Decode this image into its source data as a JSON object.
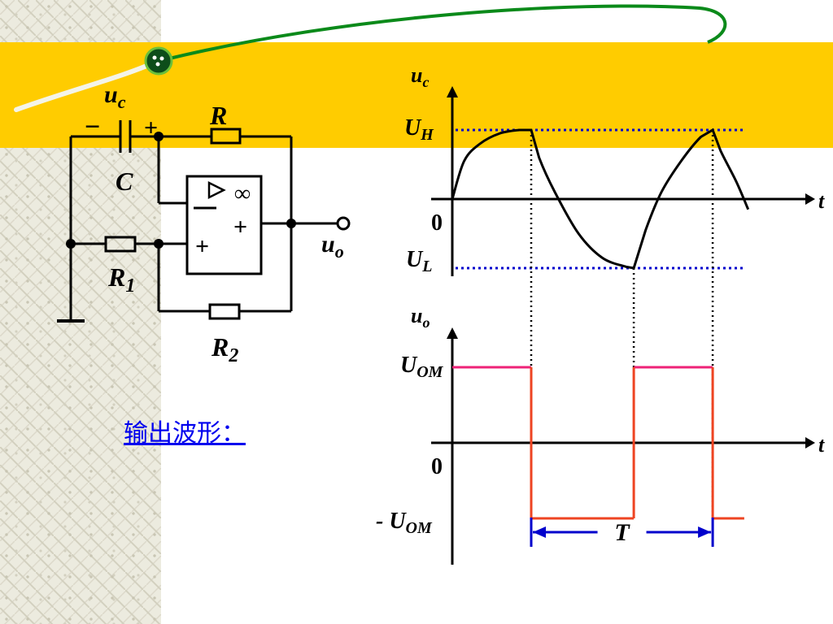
{
  "colors": {
    "banner": "#ffcc00",
    "wire": "#000000",
    "dotted_level": "#0000cc",
    "output_high": "#ee2277",
    "output_low": "#ee4422",
    "period_arrow": "#0000cc",
    "caption": "#0000ee",
    "swoosh": "#0b8a1a"
  },
  "circuit": {
    "capacitor": {
      "label": "C",
      "voltage_label": "u",
      "voltage_sub": "c",
      "minus": "−",
      "plus": "+"
    },
    "resistor_r": {
      "label": "R"
    },
    "resistor_r1": {
      "label": "R",
      "sub": "1"
    },
    "resistor_r2": {
      "label": "R",
      "sub": "2"
    },
    "opamp": {
      "gain": "∞",
      "inv": "−",
      "noninv": "+",
      "out": "+"
    },
    "output": {
      "label": "u",
      "sub": "o"
    }
  },
  "caption": "输出波形：",
  "chart_data": [
    {
      "type": "line",
      "title": "",
      "ylabel": "u",
      "ylabel_sub": "c",
      "xlabel": "t",
      "origin_label": "0",
      "levels": [
        {
          "name": "U",
          "sub": "H",
          "value": 1
        },
        {
          "name": "U",
          "sub": "L",
          "value": -1
        }
      ],
      "ylim": [
        -1.2,
        1.5
      ],
      "xlim": [
        0,
        3.7
      ],
      "series": [
        {
          "values_description_free": true,
          "x": [
            0,
            0.15,
            0.35,
            0.6,
            0.85,
            1,
            1.1,
            1.3,
            1.6,
            1.9,
            2.2,
            2.3,
            2.45,
            2.65,
            2.9,
            3.15,
            3.3,
            3.4,
            3.6,
            3.75
          ],
          "y": [
            0,
            0.55,
            0.8,
            0.95,
            1.0,
            1.0,
            0.6,
            0.1,
            -0.5,
            -0.85,
            -0.98,
            -1.0,
            -0.45,
            0.1,
            0.55,
            0.9,
            1.0,
            0.7,
            0.25,
            -0.15
          ]
        }
      ]
    },
    {
      "type": "line",
      "title": "",
      "ylabel": "u",
      "ylabel_sub": "o",
      "xlabel": "t",
      "origin_label": "0",
      "levels": [
        {
          "name": "U",
          "sub": "OM",
          "value": 1
        },
        {
          "name": "- U",
          "sub": "OM",
          "value": -1
        }
      ],
      "period_label": "T",
      "transitions_x": [
        1.0,
        2.3,
        3.3
      ],
      "xlim": [
        0,
        3.7
      ],
      "ylim": [
        -1.2,
        1.5
      ]
    }
  ]
}
